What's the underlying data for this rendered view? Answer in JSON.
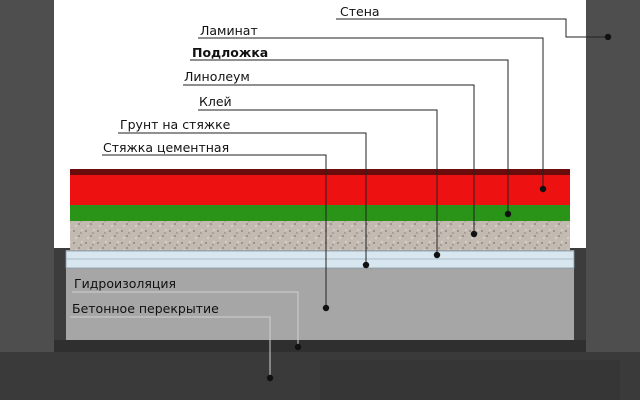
{
  "labels": {
    "wall": "Стена",
    "laminate": "Ламинат",
    "underlay": "Подложка",
    "linoleum": "Линолеум",
    "glue": "Клей",
    "primer": "Грунт на стяжке",
    "screed": "Стяжка цементная",
    "waterproofing": "Гидроизоляция",
    "slab": "Бетонное перекрытие"
  },
  "colors": {
    "wall": "#4e4e4e",
    "slab": "#a6a6a6",
    "ground": "#3a3a3a",
    "laminate": "#ee1111",
    "laminate_edge": "#6a0c0c",
    "underlay": "#2a9418",
    "screed": "#c4bcb3",
    "waterproofing": "#d8e6ef",
    "leader": "#222222",
    "leader_light": "#d0d0d0"
  }
}
